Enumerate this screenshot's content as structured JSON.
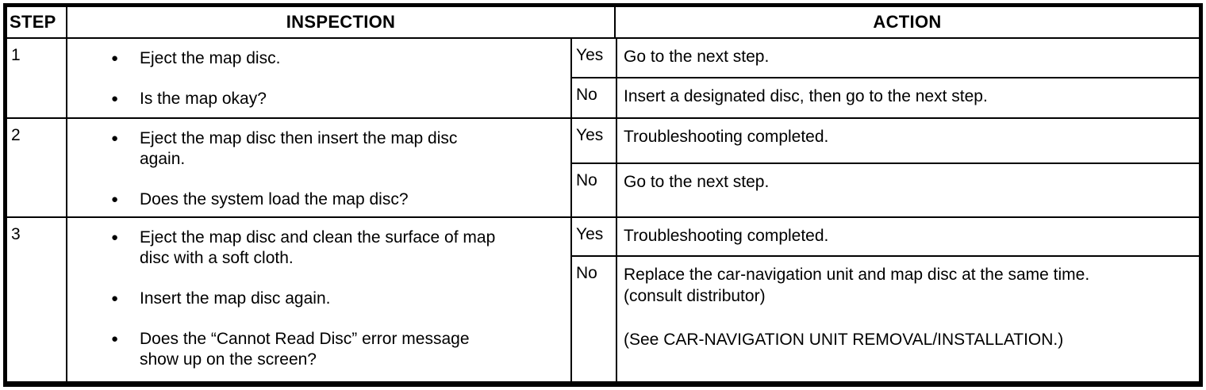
{
  "colors": {
    "border": "#000000",
    "text": "#000000",
    "background": "#ffffff"
  },
  "table": {
    "bullet": "●",
    "headers": {
      "step": "STEP",
      "inspection": "INSPECTION",
      "action": "ACTION"
    },
    "rows": [
      {
        "step": "1",
        "inspection": [
          "Eject the map disc.",
          "Is the map okay?"
        ],
        "outcomes": [
          {
            "answer": "Yes",
            "action_lines": [
              "Go to the next step."
            ]
          },
          {
            "answer": "No",
            "action_lines": [
              "Insert a designated disc, then go to the next step."
            ]
          }
        ]
      },
      {
        "step": "2",
        "inspection": [
          "Eject the map disc then insert the map disc again.",
          "Does the system load the map disc?"
        ],
        "outcomes": [
          {
            "answer": "Yes",
            "action_lines": [
              "Troubleshooting completed."
            ]
          },
          {
            "answer": "No",
            "action_lines": [
              "Go to the next step."
            ]
          }
        ]
      },
      {
        "step": "3",
        "inspection": [
          "Eject the map disc and clean the surface of map disc with a soft cloth.",
          "Insert the map disc again.",
          "Does the “Cannot Read Disc” error message show up on the screen?"
        ],
        "outcomes": [
          {
            "answer": "Yes",
            "action_lines": [
              "Troubleshooting completed."
            ]
          },
          {
            "answer": "No",
            "action_lines": [
              "Replace the car-navigation unit and map disc at the same time.",
              "(consult distributor)"
            ],
            "action_note": "(See CAR-NAVIGATION UNIT REMOVAL/INSTALLATION.)"
          }
        ]
      }
    ]
  }
}
